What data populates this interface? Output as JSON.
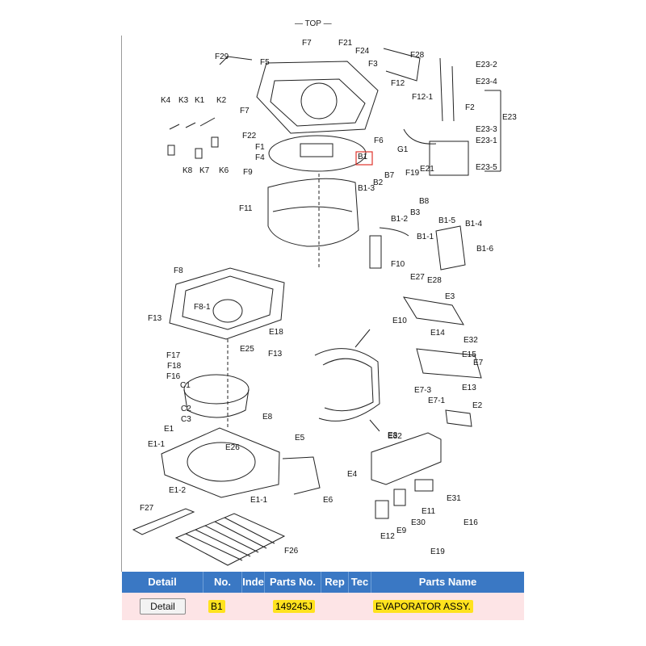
{
  "top_label": "— TOP —",
  "diagram": {
    "labels": [
      "F21",
      "F7",
      "F24",
      "F3",
      "F29",
      "F5",
      "F28",
      "E23-2",
      "E23-4",
      "F12",
      "F12-1",
      "F2",
      "E23",
      "E23-3",
      "E23-1",
      "K4",
      "K3",
      "K1",
      "K2",
      "F7",
      "F22",
      "F1",
      "F4",
      "F6",
      "G1",
      "B1",
      "F19",
      "E21",
      "E23-5",
      "F9",
      "K8",
      "K7",
      "K6",
      "B2",
      "B7",
      "B1-3",
      "B8",
      "B3",
      "B1-2",
      "F11",
      "B1-5",
      "B1-4",
      "B1-1",
      "B1-6",
      "F10",
      "E27",
      "E28",
      "F8",
      "F8-1",
      "E3",
      "F13",
      "E10",
      "E14",
      "E32",
      "E15",
      "E7",
      "E18",
      "E25",
      "F13",
      "F17",
      "F18",
      "F16",
      "C1",
      "E8",
      "E7-3",
      "E13",
      "E7-1",
      "E2",
      "C2",
      "C3",
      "E1",
      "E8",
      "E1-1",
      "E26",
      "E5",
      "E32",
      "E4",
      "E1-2",
      "E1-1",
      "E6",
      "E31",
      "F27",
      "E11",
      "E16",
      "E12",
      "E9",
      "E30",
      "E19",
      "F26"
    ]
  },
  "table": {
    "headers": [
      "Detail",
      "No.",
      "Inde",
      "Parts No.",
      "Rep",
      "Tec",
      "Parts Name"
    ],
    "row": {
      "detail_button": "Detail",
      "no": "B1",
      "index": "",
      "parts_no": "149245J",
      "rep": "",
      "tec": "",
      "parts_name": "EVAPORATOR ASSY."
    }
  },
  "colors": {
    "header_bg": "#3a78c4",
    "row_bg": "#fde4e6",
    "highlight": "#ffe21e",
    "callout_box": "#e0342c"
  }
}
